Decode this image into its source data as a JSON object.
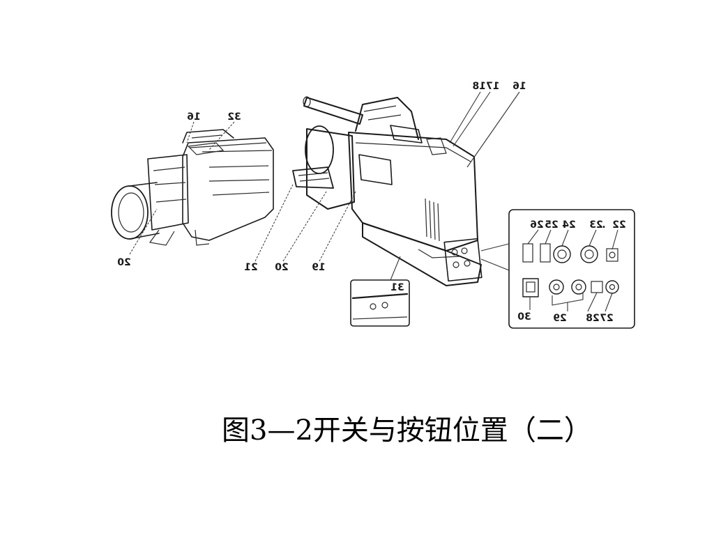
{
  "caption": "图3—2开关与按钮位置（二）",
  "figure": {
    "callouts": {
      "c16_small": "16",
      "c32": "32",
      "c20_left": "20",
      "c21": "21",
      "c20_mid": "20",
      "c19": "19",
      "c1718": "1718",
      "c16_right": "16",
      "c31": "31",
      "c22": "22",
      "c23": "23",
      "c24": "24",
      "c25": "25",
      "c26": "26",
      "c30": "30",
      "c29": "29",
      "c28": "28",
      "c27": "27"
    }
  }
}
